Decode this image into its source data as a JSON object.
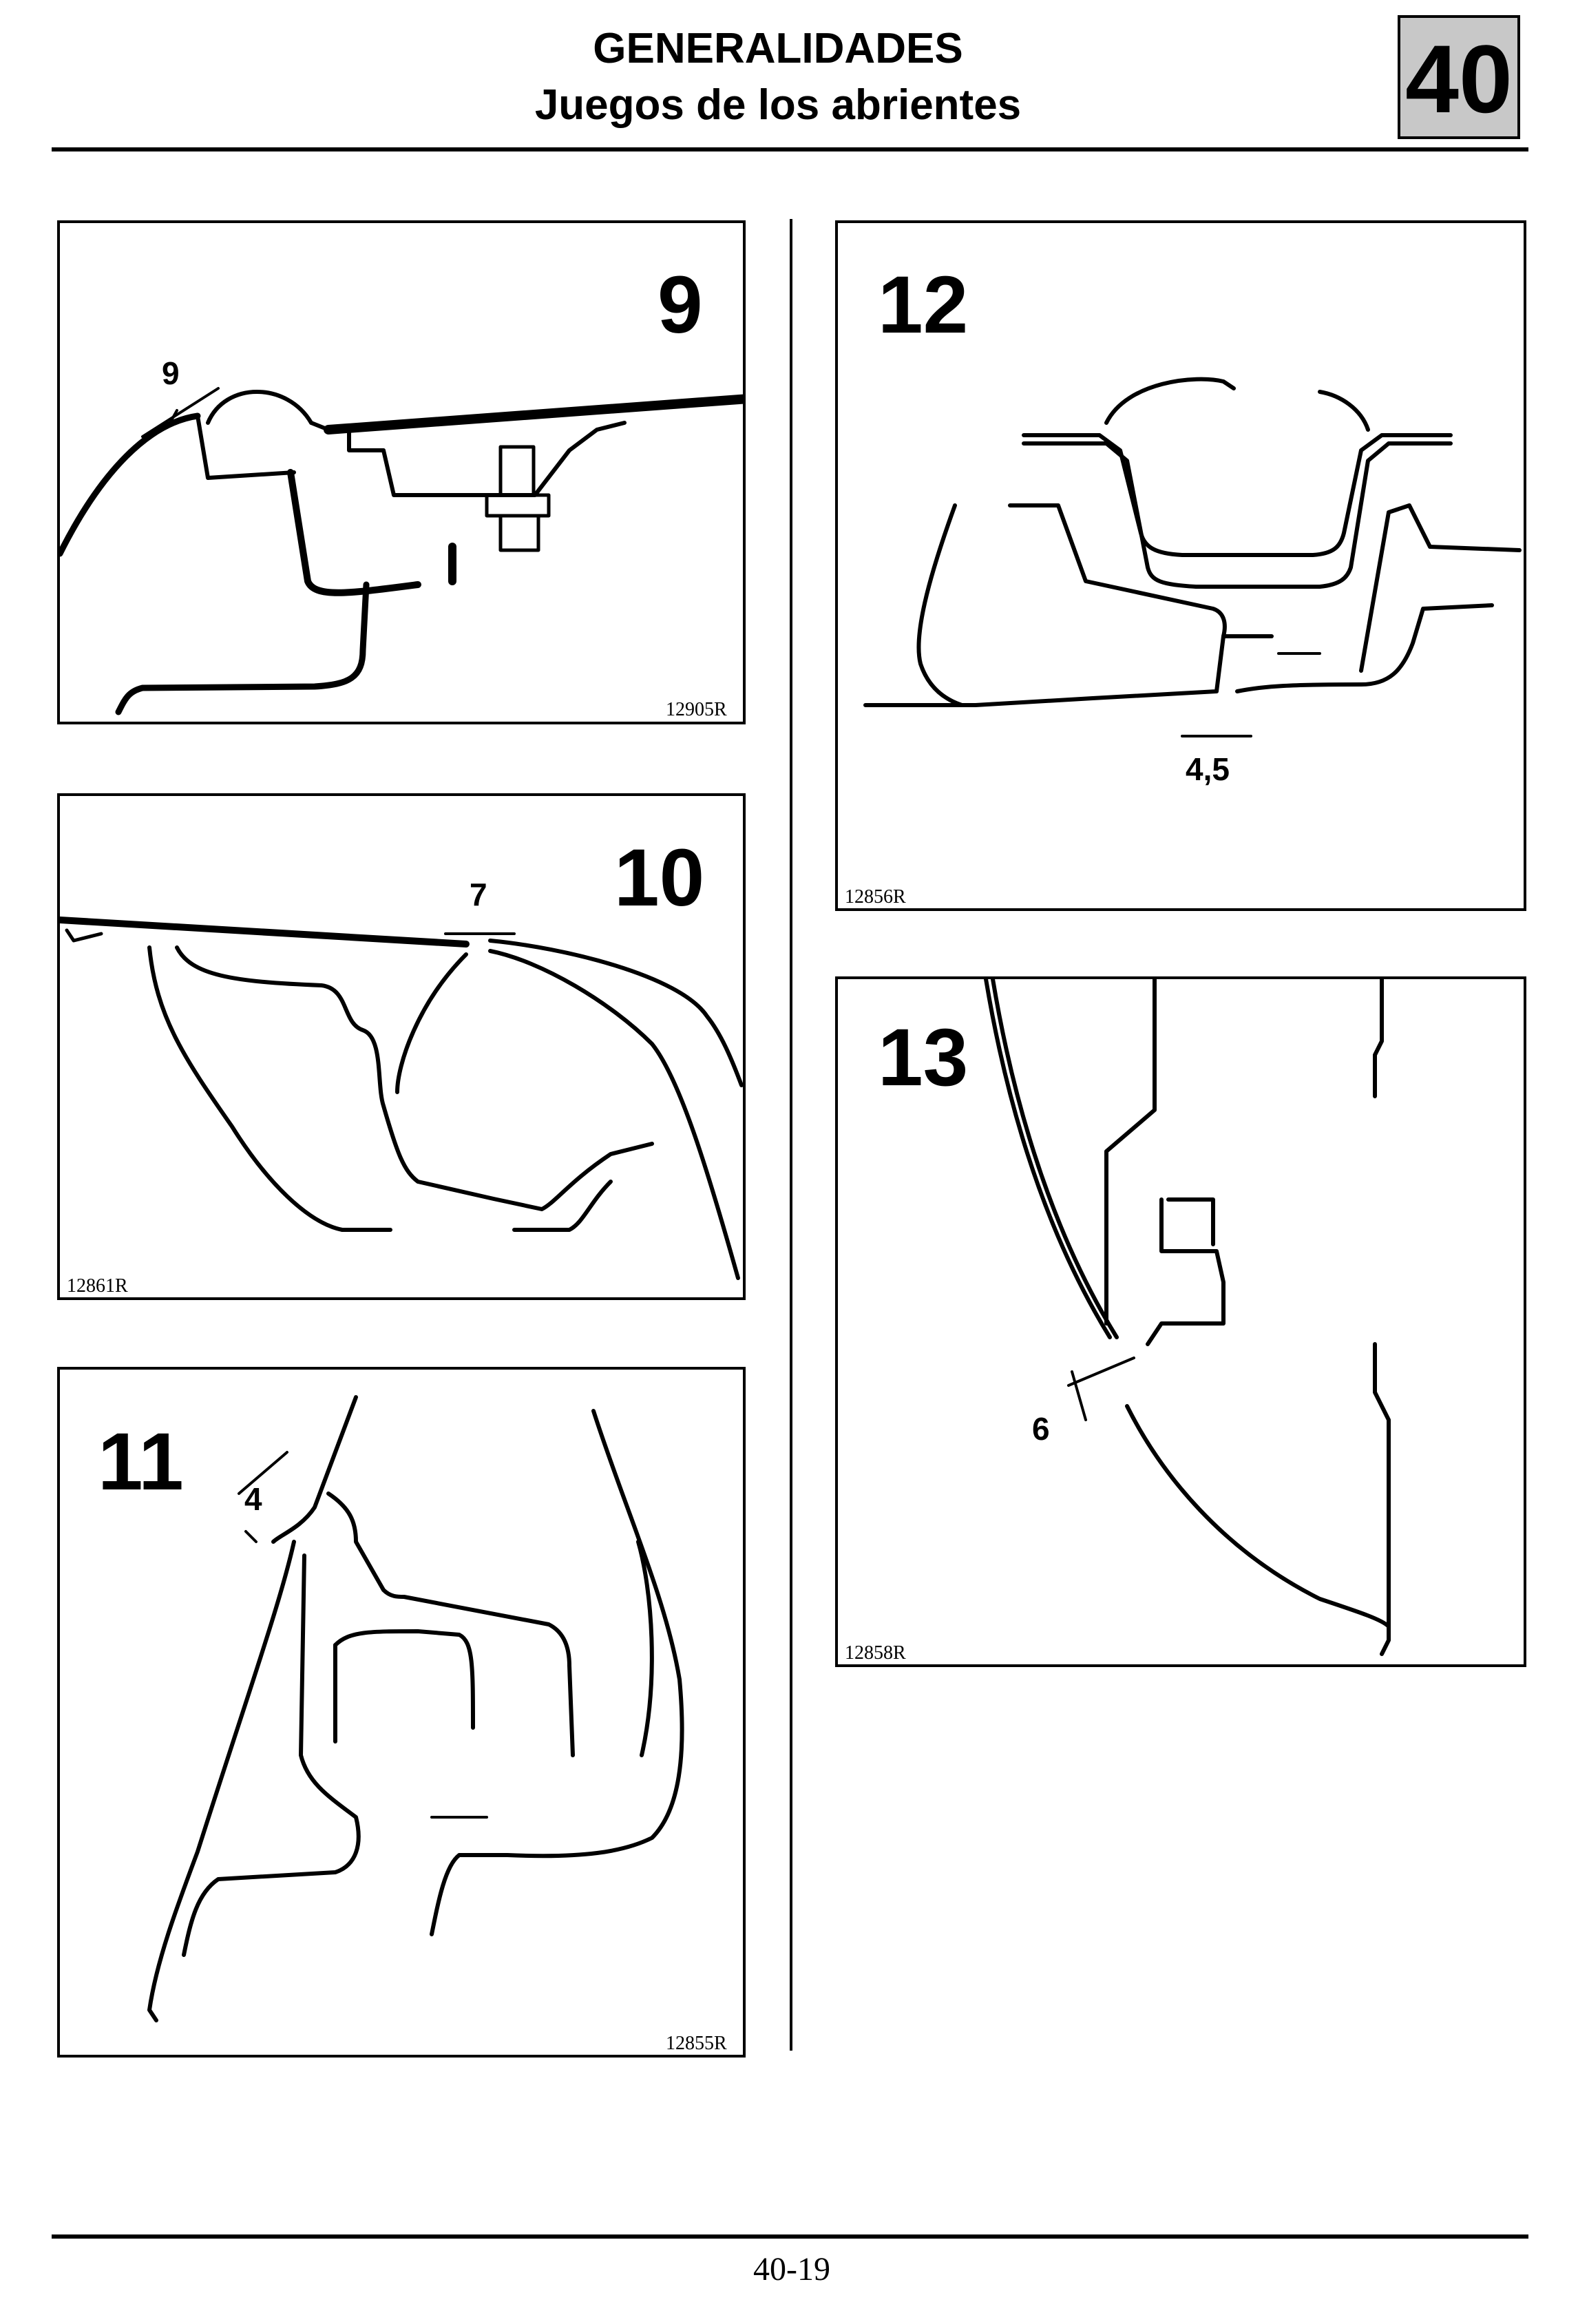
{
  "header": {
    "title": "GENERALIDADES",
    "subtitle": "Juegos de los abrientes",
    "section_number": "40"
  },
  "figures": [
    {
      "number": "9",
      "code": "12905R",
      "gap": "9"
    },
    {
      "number": "10",
      "code": "12861R",
      "gap": "7"
    },
    {
      "number": "11",
      "code": "12855R",
      "gap": "4"
    },
    {
      "number": "12",
      "code": "12856R",
      "gap": "4,5"
    },
    {
      "number": "13",
      "code": "12858R",
      "gap": "6"
    }
  ],
  "footer": {
    "page_number": "40-19"
  }
}
